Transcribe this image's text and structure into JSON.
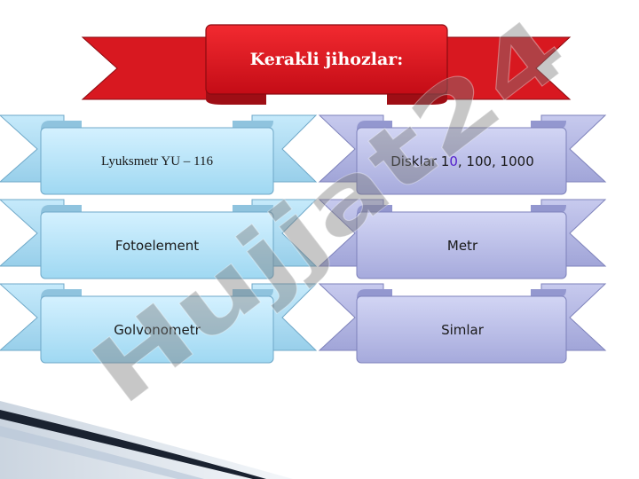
{
  "title": "Kerakli jihozlar:",
  "items": {
    "lyuksmetr": "Lyuksmetr  YU – 116",
    "disklar_prefix": "Disklar 1",
    "disklar_highlight": "0",
    "disklar_suffix": ", 100, 1000",
    "fotoelement": "Fotoelement",
    "metr": "Metr",
    "golvonometr": "Golvonometr",
    "simlar": "Simlar"
  },
  "watermark": "Hujjat24",
  "colors": {
    "title_ribbon": "#e0141e",
    "left_ribbon": "#b4e4fa",
    "right_ribbon": "#b9bde8",
    "highlight": "#5522cc"
  }
}
